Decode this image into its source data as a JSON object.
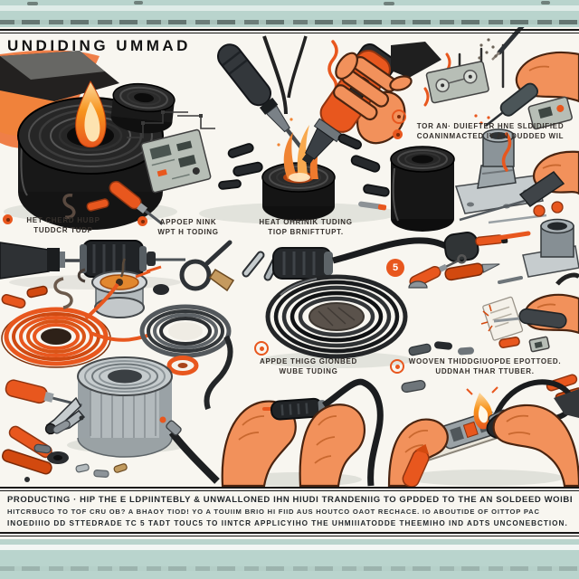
{
  "poster": {
    "title": "UNDIDING UMMAD",
    "accent_color": "#E8571E",
    "border_color": "#B9D4CD",
    "steps": {
      "step1": {
        "line1": "HET CHERD HUBP",
        "line2": "TUDDCR TUDP"
      },
      "step2": {
        "line1": "APPOEP NINK",
        "line2": "WPT H TODING"
      },
      "step3": {
        "line1": "HEAT OHRINIK TUDING",
        "line2": "TIOP BRNIFTTUPT."
      },
      "step4": {
        "line1": "TOR AN· DUIEFTER HNE SLDIDIFIED",
        "line2": "COANINMACTED IY AN DUDDED WIL"
      },
      "step5": {
        "badge": "5"
      },
      "step6": {
        "line1": "APPDE THIGG GIONBED",
        "line2": "WUBE TUDING"
      },
      "step7": {
        "line1": "WOOVEN THIDDGIUOPDE EPOTTOED.",
        "line2": "UDDNAH THAR TTUBER."
      }
    },
    "footer": {
      "line1": "PRODUCTING · HIP THE E LDPIINTEBLY & UNWALLONED IHN HIUDI TRANDENIIG TO GPDDED TO THE AN SOLDEED WOIBE",
      "line2": "HITCRBUCO TO TOF CRU OB? A BHAOY TIOD! YO A TOUIIM BRIO HI FIID AUS HOUTCO OAOT RECHACE. IO ABOUTIDE OF OITTOP PAC",
      "line3": "INOEDIIIO DD STTEDRADE TC 5 TADT TOUC5 TO IINTCR APPLICYIHO THE UHMIIIATODDE THEEMIHO IND ADTS UNCONEBCTION."
    }
  }
}
